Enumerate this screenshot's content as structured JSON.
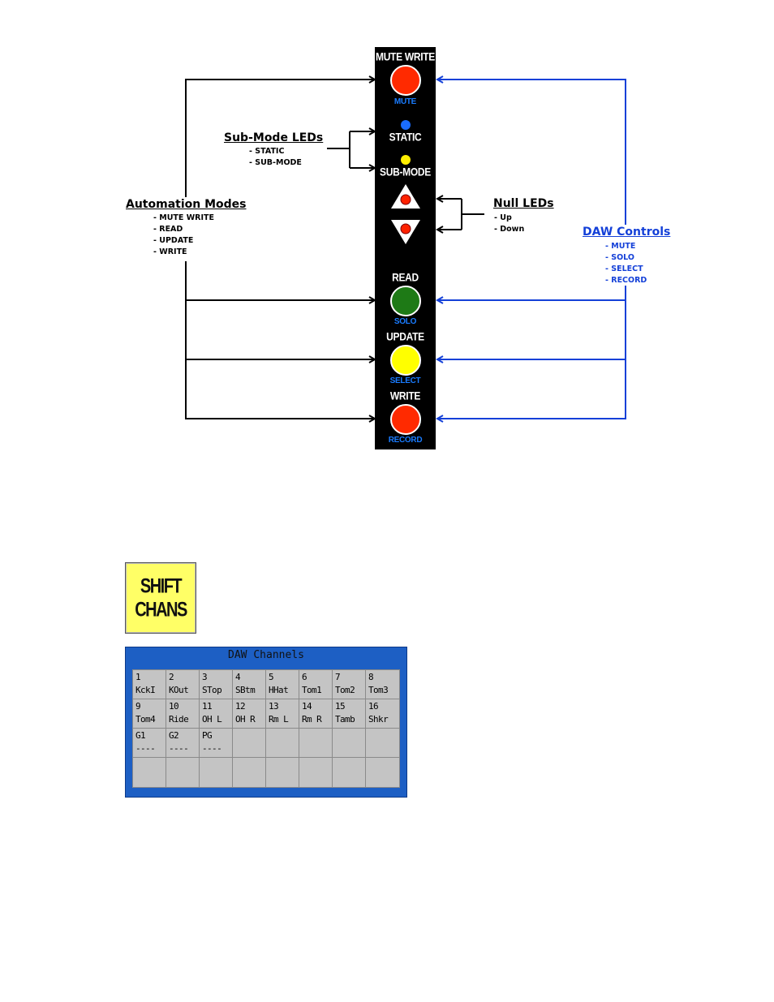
{
  "strip": {
    "mute_write": "MUTE WRITE",
    "mute": "MUTE",
    "static": "STATIC",
    "sub_mode": "SUB-MODE",
    "read": "READ",
    "solo": "SOLO",
    "update": "UPDATE",
    "select": "SELECT",
    "write": "WRITE",
    "record": "RECORD"
  },
  "colors": {
    "mute_button": "#ff2a00",
    "read_button": "#1e7a16",
    "update_button": "#ffff00",
    "write_button": "#ff2a00",
    "static_led": "#1a6cff",
    "submode_led": "#ffee00",
    "null_led": "#ff2200",
    "daw_wire": "#1440d8",
    "mode_wire": "#000000"
  },
  "annotations": {
    "sub_mode_leds": {
      "title": "Sub-Mode LEDs",
      "items": [
        "- STATIC",
        "- SUB-MODE"
      ]
    },
    "automation_modes": {
      "title": "Automation Modes",
      "items": [
        "- MUTE WRITE",
        "- READ",
        "- UPDATE",
        "- WRITE"
      ]
    },
    "null_leds": {
      "title": "Null LEDs",
      "items": [
        "- Up",
        "- Down"
      ]
    },
    "daw_controls": {
      "title": "DAW Controls",
      "items": [
        "- MUTE",
        "- SOLO",
        "- SELECT",
        "- RECORD"
      ]
    }
  },
  "shift_chans": {
    "line1": "SHIFT",
    "line2": "CHANS"
  },
  "daw_channels": {
    "title": "DAW Channels",
    "cells": [
      [
        "1",
        "KckI"
      ],
      [
        "2",
        "KOut"
      ],
      [
        "3",
        "STop"
      ],
      [
        "4",
        "SBtm"
      ],
      [
        "5",
        "HHat"
      ],
      [
        "6",
        "Tom1"
      ],
      [
        "7",
        "Tom2"
      ],
      [
        "8",
        "Tom3"
      ],
      [
        "9",
        "Tom4"
      ],
      [
        "10",
        "Ride"
      ],
      [
        "11",
        "OH L"
      ],
      [
        "12",
        "OH R"
      ],
      [
        "13",
        "Rm L"
      ],
      [
        "14",
        "Rm R"
      ],
      [
        "15",
        "Tamb"
      ],
      [
        "16",
        "Shkr"
      ],
      [
        "G1",
        "----"
      ],
      [
        "G2",
        "----"
      ],
      [
        "PG",
        "----"
      ],
      [
        "",
        ""
      ],
      [
        "",
        ""
      ],
      [
        "",
        ""
      ],
      [
        "",
        ""
      ],
      [
        "",
        ""
      ],
      [
        "",
        ""
      ],
      [
        "",
        ""
      ],
      [
        "",
        ""
      ],
      [
        "",
        ""
      ],
      [
        "",
        ""
      ],
      [
        "",
        ""
      ],
      [
        "",
        ""
      ],
      [
        "",
        ""
      ]
    ]
  }
}
